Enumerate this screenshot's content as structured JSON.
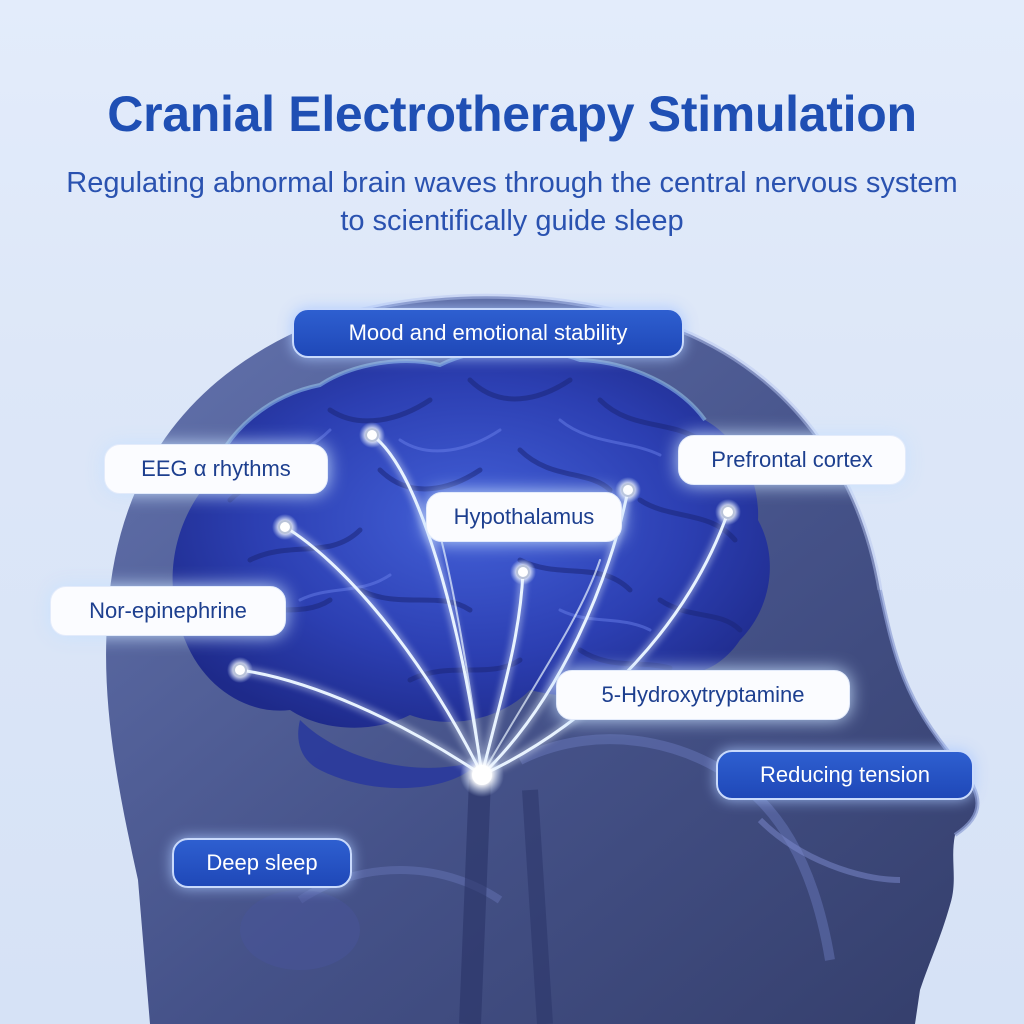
{
  "title": "Cranial Electrotherapy Stimulation",
  "subtitle": {
    "line1": "Regulating abnormal brain waves through the central nervous system",
    "line2": "to scientifically guide sleep"
  },
  "labels": {
    "mood": "Mood and emotional stability",
    "eeg": "EEG α rhythms",
    "prefrontal": "Prefrontal cortex",
    "hypothalamus": "Hypothalamus",
    "norepinephrine": "Nor-epinephrine",
    "serotonin": "5-Hydroxytryptamine",
    "tension": "Reducing tension",
    "deep_sleep": "Deep sleep"
  },
  "colors": {
    "title": "#1f4fb4",
    "pill_blue": "#2453c2",
    "pill_text_dark": "#1d3f8f",
    "brain": "#2f42b4",
    "head": "#33417e",
    "background": "#dde7f8"
  }
}
